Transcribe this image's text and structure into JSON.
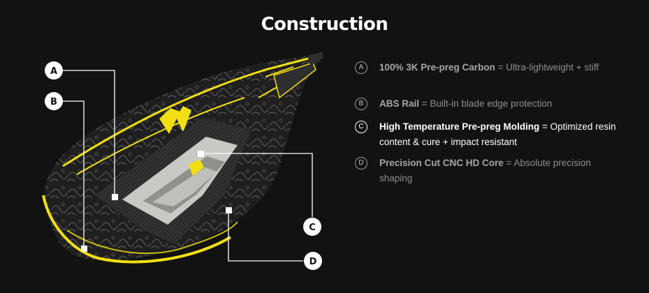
{
  "page": {
    "title": "Construction"
  },
  "callout_letters": [
    "A",
    "B",
    "C",
    "D"
  ],
  "specs": [
    {
      "letter": "A",
      "name": "100% 3K Pre-preg Carbon",
      "sep": " = ",
      "desc": "Ultra-lightweight + stiff",
      "active": false
    },
    {
      "letter": "B",
      "name": "ABS Rail",
      "sep": " = ",
      "desc": "Built-in blade edge protection",
      "active": false
    },
    {
      "letter": "C",
      "name": "High Temperature Pre-preg Molding",
      "sep": " = ",
      "desc": "Optimized resin content & cure +  impact resistant",
      "active": true
    },
    {
      "letter": "D",
      "name": "Precision Cut CNC HD Core",
      "sep": " = ",
      "desc": "Absolute precision shaping",
      "active": false
    }
  ],
  "colors": {
    "accent": "#f2df13",
    "background": "#121212",
    "active_text": "#ffffff",
    "inactive_text": "#8e8e8e"
  }
}
